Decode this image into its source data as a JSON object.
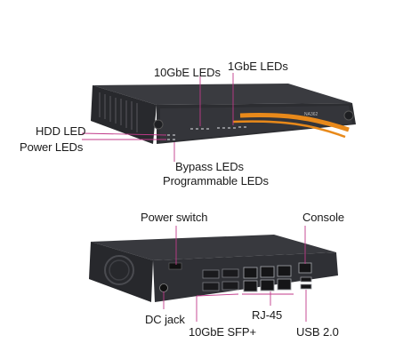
{
  "front_view": {
    "model_badge": "NA362",
    "callouts": {
      "ten_gbe_leds": "10GbE  LEDs",
      "one_gbe_leds": "1GbE  LEDs",
      "hdd_led": "HDD LED",
      "power_leds": "Power LEDs",
      "bypass_leds": "Bypass LEDs",
      "programmable_leds": "Programmable LEDs"
    }
  },
  "rear_view": {
    "callouts": {
      "power_switch": "Power switch",
      "console": "Console",
      "dc_jack": "DC jack",
      "rj45": "RJ-45",
      "sfp": "10GbE SFP+",
      "usb": "USB 2.0"
    }
  },
  "colors": {
    "accent_stripe": "#e8891a",
    "callout_line": "#c13a8a",
    "chassis": "#2e2f33"
  }
}
